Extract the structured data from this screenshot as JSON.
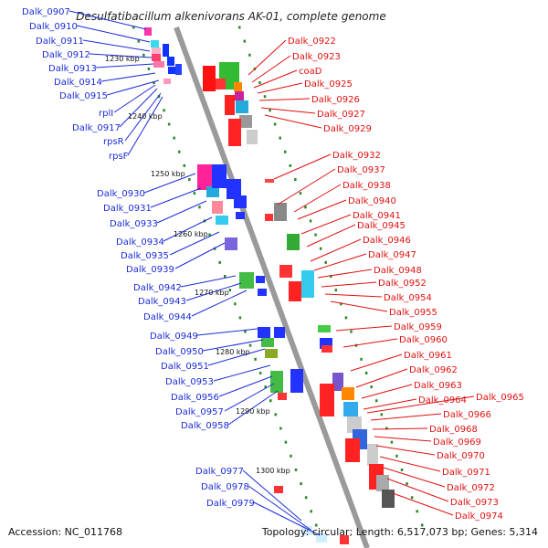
{
  "title": "Desulfatibacillum alkenivorans AK-01, complete genome",
  "accession": "Accession: NC_011768",
  "summary": "Topology: circular; Length: 6,517,073 bp; Genes: 5,314",
  "colors": {
    "left_label": "#1b2bd6",
    "right_label": "#e01010",
    "backbone": "#9a9a9a",
    "tick": "#2a8a2a"
  },
  "kbp_ticks": [
    "1230 kbp",
    "1240 kbp",
    "1250 kbp",
    "1260 kbp",
    "1270 kbp",
    "1280 kbp",
    "1290 kbp",
    "1300 kbp"
  ],
  "left_labels": [
    "Dalk_0907",
    "Dalk_0910",
    "Dalk_0911",
    "Dalk_0912",
    "Dalk_0913",
    "Dalk_0914",
    "Dalk_0915",
    "rplI",
    "Dalk_0917",
    "rpsR",
    "rpsF",
    "Dalk_0930",
    "Dalk_0931",
    "Dalk_0933",
    "Dalk_0934",
    "Dalk_0935",
    "Dalk_0939",
    "Dalk_0942",
    "Dalk_0943",
    "Dalk_0944",
    "Dalk_0949",
    "Dalk_0950",
    "Dalk_0951",
    "Dalk_0953",
    "Dalk_0956",
    "Dalk_0957",
    "Dalk_0958",
    "Dalk_0977",
    "Dalk_0978",
    "Dalk_0979"
  ],
  "right_labels": [
    "Dalk_0922",
    "Dalk_0923",
    "coaD",
    "Dalk_0925",
    "Dalk_0926",
    "Dalk_0927",
    "Dalk_0929",
    "Dalk_0932",
    "Dalk_0937",
    "Dalk_0938",
    "Dalk_0940",
    "Dalk_0941",
    "Dalk_0945",
    "Dalk_0946",
    "Dalk_0947",
    "Dalk_0948",
    "Dalk_0952",
    "Dalk_0954",
    "Dalk_0955",
    "Dalk_0959",
    "Dalk_0960",
    "Dalk_0961",
    "Dalk_0962",
    "Dalk_0963",
    "Dalk_0964",
    "Dalk_0965",
    "Dalk_0966",
    "Dalk_0968",
    "Dalk_0969",
    "Dalk_0970",
    "Dalk_0971",
    "Dalk_0972",
    "Dalk_0973",
    "Dalk_0974"
  ]
}
